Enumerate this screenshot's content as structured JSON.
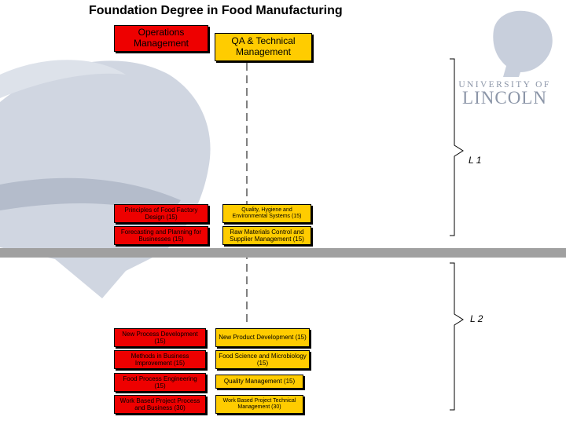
{
  "title": "Foundation Degree in Food Manufacturing",
  "headers": {
    "operations": "Operations Management",
    "qa": "QA & Technical Management"
  },
  "levels": {
    "l1": "L 1",
    "l2": "L 2"
  },
  "logo": {
    "top": "UNIVERSITY OF",
    "bottom": "LINCOLN"
  },
  "l1_modules": {
    "left": [
      "Principles of Food Factory Design (15)",
      "Forecasting and Planning for Businesses (15)"
    ],
    "right": [
      "Quality, Hygiene and Environmental Systems (15)",
      "Raw Materials Control and Supplier Management (15)"
    ]
  },
  "l2_modules": {
    "left": [
      "New Process Development (15)",
      "Methods in Business Improvement (15)",
      "Food Process Engineering (15)",
      "Work Based Project Process and Business (30)"
    ],
    "right": [
      "New Product Development (15)",
      "Food Science and Microbiology (15)",
      "Quality Management (15)",
      "Work Based Project Technical Management (30)"
    ]
  },
  "colors": {
    "operations": "#ee0000",
    "qa": "#ffcc00",
    "watermark": "#c8cfdc"
  }
}
